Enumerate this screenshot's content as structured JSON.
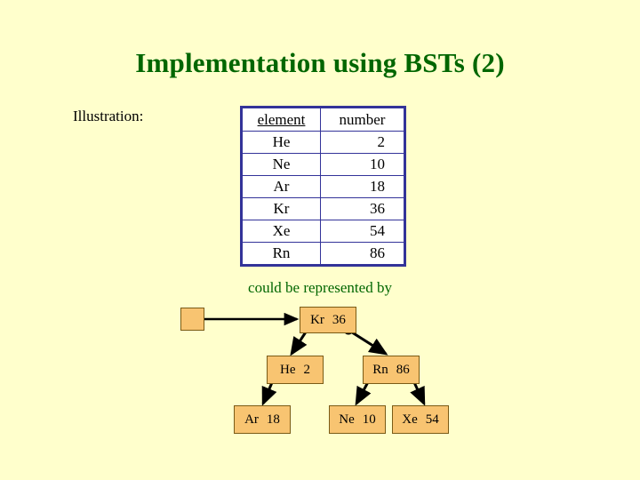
{
  "slide": {
    "title": "Implementation using BSTs (2)",
    "illustration_label": "Illustration:",
    "caption": "could be represented by",
    "background_color": "#FFFFCC",
    "title_color": "#006600",
    "caption_color": "#006600",
    "table_border_color": "#333399",
    "node_fill_color": "#F8C471",
    "node_border_color": "#7A5B16"
  },
  "table": {
    "headers": [
      "element",
      "number"
    ],
    "rows": [
      {
        "element": "He",
        "number": "2"
      },
      {
        "element": "Ne",
        "number": "10"
      },
      {
        "element": "Ar",
        "number": "18"
      },
      {
        "element": "Kr",
        "number": "36"
      },
      {
        "element": "Xe",
        "number": "54"
      },
      {
        "element": "Rn",
        "number": "86"
      }
    ]
  },
  "tree": {
    "root_pointer_label": "",
    "nodes": [
      {
        "id": "root",
        "symbol": "Kr",
        "number": "36"
      },
      {
        "id": "left",
        "symbol": "He",
        "number": "2"
      },
      {
        "id": "right",
        "symbol": "Rn",
        "number": "86"
      },
      {
        "id": "ll",
        "symbol": "Ar",
        "number": "18"
      },
      {
        "id": "rl",
        "symbol": "Ne",
        "number": "10"
      },
      {
        "id": "rr",
        "symbol": "Xe",
        "number": "54"
      }
    ]
  }
}
